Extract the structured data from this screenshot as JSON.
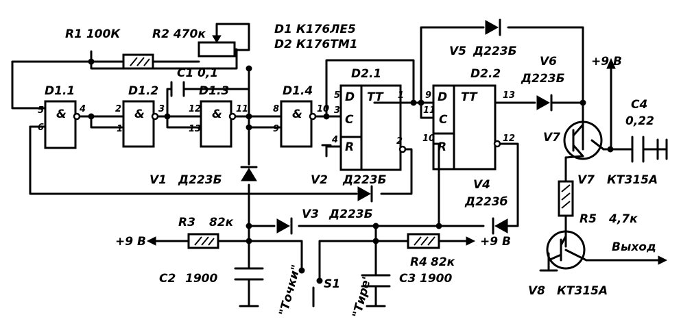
{
  "parts": {
    "d1_type": "D1 К176ЛЕ5",
    "d2_type": "D2 К176ТМ1",
    "r1": "R1 100К",
    "r2": "R2 470к",
    "c1_name": "C1",
    "c1_value": "0,1",
    "r3_name": "R3",
    "r3_value": "82к",
    "r4_name": "R4",
    "r4_value": "82к",
    "r5_name": "R5",
    "r5_value": "4,7к",
    "c2_name": "C2",
    "c2_value": "1900",
    "c3_name": "C3",
    "c3_value": "1900",
    "c4_name": "C4",
    "c4_value": "0,22",
    "v1_name": "V1",
    "v1_value": "Д223Б",
    "v2_name": "V2",
    "v2_value": "Д223Б",
    "v3_name": "V3",
    "v3_value": "Д223Б",
    "v4_name": "V4",
    "v4_value": "Д223б",
    "v5_name": "V5",
    "v5_value": "Д223Б",
    "v6_name": "V6",
    "v6_value": "Д223Б",
    "v7_name": "V7",
    "v7_tag": "V7",
    "v7_value": "КТ315А",
    "v8_name": "V8",
    "v8_value": "КТ315А"
  },
  "blocks": {
    "d11": "D1.1",
    "d12": "D1.2",
    "d13": "D1.3",
    "d14": "D1.4",
    "d21": "D2.1",
    "d22": "D2.2",
    "and_sym": "&",
    "tt": "TT",
    "d_in": "D",
    "c_in": "C",
    "r_in": "R"
  },
  "pins": {
    "d11_in_a": "5",
    "d11_in_b": "6",
    "d11_out": "4",
    "d12_in_a": "2",
    "d12_in_b": "1",
    "d12_out": "3",
    "d13_in_a": "12",
    "d13_in_b": "13",
    "d13_out": "11",
    "d14_in_a": "8",
    "d14_in_b": "9",
    "d14_out": "10",
    "d21_d": "5",
    "d21_c": "3",
    "d21_r": "4",
    "d21_q": "1",
    "d21_nq": "2",
    "d22_d": "9",
    "d22_c": "11",
    "d22_r": "10",
    "d22_q": "13",
    "d22_nq": "12"
  },
  "supply": {
    "left": "+9 В",
    "mid": "+9 В",
    "right": "+9 В"
  },
  "switches": {
    "dots": "\"Точки\"",
    "s1": "S1",
    "dashes": "\"Тире\""
  },
  "output": {
    "label": "Выход"
  }
}
